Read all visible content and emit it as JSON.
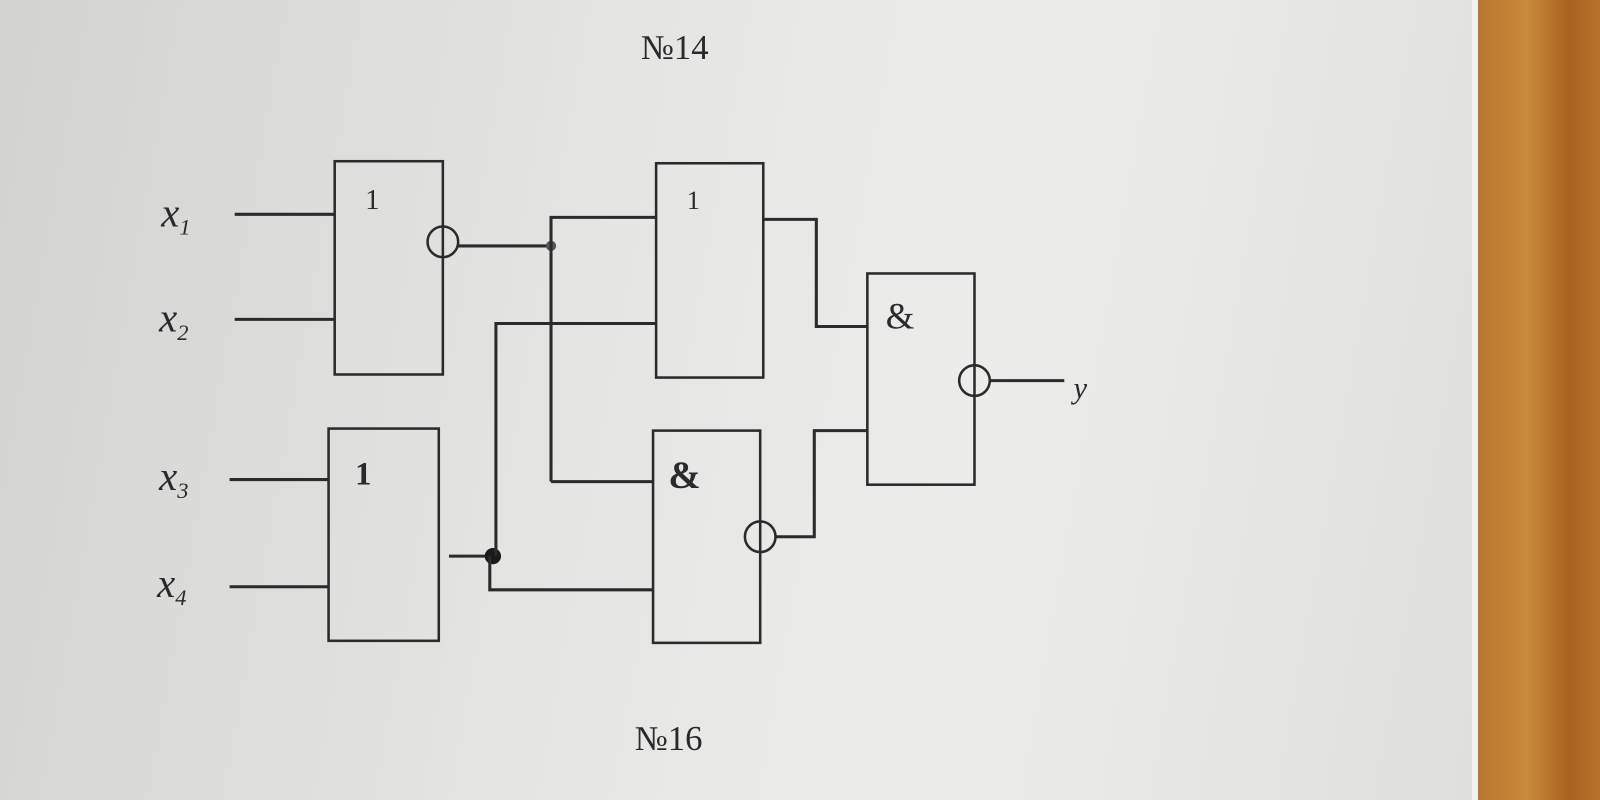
{
  "headings": {
    "top": "№14",
    "bottom": "№16"
  },
  "inputs": {
    "x1": "x",
    "x1_sub": "1",
    "x2": "x",
    "x2_sub": "2",
    "x3": "x",
    "x3_sub": "3",
    "x4": "x",
    "x4_sub": "4"
  },
  "output": {
    "label": "y"
  },
  "gates": {
    "g1": "1",
    "g2": "1",
    "g3": "1",
    "g4": "&",
    "g5": "&"
  }
}
